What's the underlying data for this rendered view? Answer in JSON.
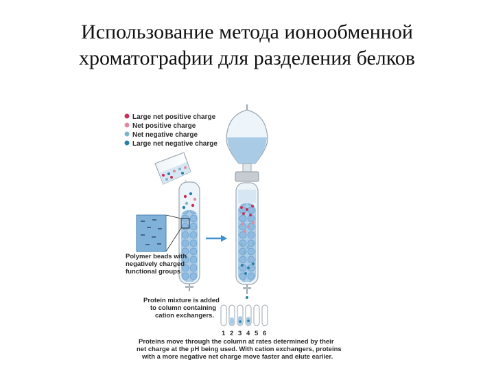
{
  "title": {
    "line1": "Использование метода ионообменной",
    "line2": "хроматографии для разделения белков"
  },
  "legend": {
    "items": [
      {
        "label": "Large net positive charge",
        "color": "#c8305a"
      },
      {
        "label": "Net positive charge",
        "color": "#e08aa0"
      },
      {
        "label": "Net negative charge",
        "color": "#7fb4c8"
      },
      {
        "label": "Large net negative charge",
        "color": "#2a7fa6"
      }
    ]
  },
  "beads_caption": {
    "line1": "Polymer beads with",
    "line2": "negatively charged",
    "line3": "functional groups"
  },
  "mixture_caption": {
    "line1": "Protein mixture is added",
    "line2": "to column containing",
    "line3": "cation exchangers."
  },
  "tubes": {
    "numbers": [
      "1",
      "2",
      "3",
      "4",
      "5",
      "6"
    ]
  },
  "bottom_caption": {
    "line1": "Proteins move through the column at rates determined by their",
    "line2": "net charge at the pH being used. With cation exchangers, proteins",
    "line3": "with a more negative net charge move faster and elute earlier."
  },
  "colors": {
    "column_fill": "#a9cbe6",
    "bead_fill": "#8fbbe0",
    "bead_stroke": "#6a9ccb",
    "arrow": "#3a8fd0",
    "glass_stroke": "#9aa7b0"
  }
}
